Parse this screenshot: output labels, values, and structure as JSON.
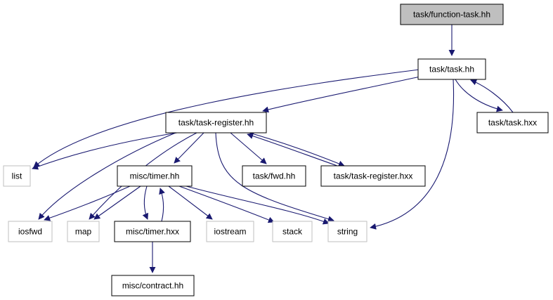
{
  "colors": {
    "edge": "#191970",
    "root_fill": "#bfbfbf",
    "root_stroke": "#000000",
    "internal_stroke": "#000000",
    "external_stroke": "#bfbfbf",
    "fill": "#ffffff"
  },
  "nodes": [
    {
      "id": "function-task",
      "label": "task/function-task.hh",
      "kind": "root"
    },
    {
      "id": "task-hh",
      "label": "task/task.hh",
      "kind": "internal"
    },
    {
      "id": "task-hxx",
      "label": "task/task.hxx",
      "kind": "internal"
    },
    {
      "id": "task-register-hh",
      "label": "task/task-register.hh",
      "kind": "internal"
    },
    {
      "id": "list",
      "label": "list",
      "kind": "external"
    },
    {
      "id": "timer-hh",
      "label": "misc/timer.hh",
      "kind": "internal"
    },
    {
      "id": "fwd-hh",
      "label": "task/fwd.hh",
      "kind": "internal"
    },
    {
      "id": "task-register-hxx",
      "label": "task/task-register.hxx",
      "kind": "internal"
    },
    {
      "id": "iosfwd",
      "label": "iosfwd",
      "kind": "external"
    },
    {
      "id": "map",
      "label": "map",
      "kind": "external"
    },
    {
      "id": "timer-hxx",
      "label": "misc/timer.hxx",
      "kind": "internal"
    },
    {
      "id": "iostream",
      "label": "iostream",
      "kind": "external"
    },
    {
      "id": "stack",
      "label": "stack",
      "kind": "external"
    },
    {
      "id": "string",
      "label": "string",
      "kind": "external"
    },
    {
      "id": "contract-hh",
      "label": "misc/contract.hh",
      "kind": "internal"
    }
  ],
  "edges": [
    {
      "from": "function-task",
      "to": "task-hh"
    },
    {
      "from": "task-hh",
      "to": "task-register-hh"
    },
    {
      "from": "task-hh",
      "to": "list"
    },
    {
      "from": "task-hh",
      "to": "string"
    },
    {
      "from": "task-hh",
      "to": "task-hxx"
    },
    {
      "from": "task-hxx",
      "to": "task-hh"
    },
    {
      "from": "task-register-hh",
      "to": "list"
    },
    {
      "from": "task-register-hh",
      "to": "iosfwd"
    },
    {
      "from": "task-register-hh",
      "to": "map"
    },
    {
      "from": "task-register-hh",
      "to": "timer-hh"
    },
    {
      "from": "task-register-hh",
      "to": "string"
    },
    {
      "from": "task-register-hh",
      "to": "fwd-hh"
    },
    {
      "from": "task-register-hh",
      "to": "task-register-hxx"
    },
    {
      "from": "task-register-hxx",
      "to": "task-register-hh"
    },
    {
      "from": "timer-hh",
      "to": "iosfwd"
    },
    {
      "from": "timer-hh",
      "to": "map"
    },
    {
      "from": "timer-hh",
      "to": "timer-hxx"
    },
    {
      "from": "timer-hh",
      "to": "iostream"
    },
    {
      "from": "timer-hh",
      "to": "stack"
    },
    {
      "from": "timer-hh",
      "to": "string"
    },
    {
      "from": "timer-hxx",
      "to": "timer-hh"
    },
    {
      "from": "timer-hxx",
      "to": "contract-hh"
    }
  ]
}
